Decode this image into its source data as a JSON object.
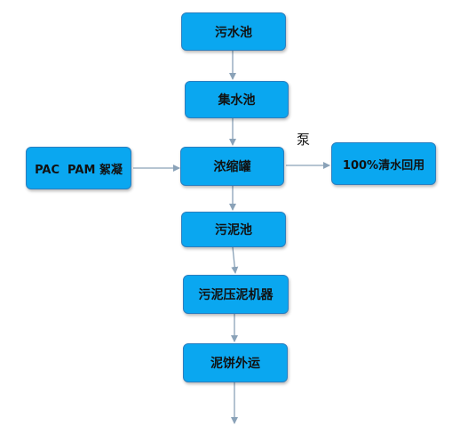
{
  "flowchart": {
    "nodes": {
      "sewage_pool": "污水池",
      "collection_pool": "集水池",
      "flocculant_input": "PAC  PAM 絮凝",
      "thickening_tank": "浓缩罐",
      "water_reuse": "100%清水回用",
      "sludge_pool": "污泥池",
      "sludge_press": "污泥压泥机器",
      "cake_transport": "泥饼外运"
    },
    "pump_label": "泵"
  },
  "colors": {
    "box_fill": "#0aa7f0",
    "box_border": "#2a7fc0",
    "arrow": "#8aa2b8"
  }
}
